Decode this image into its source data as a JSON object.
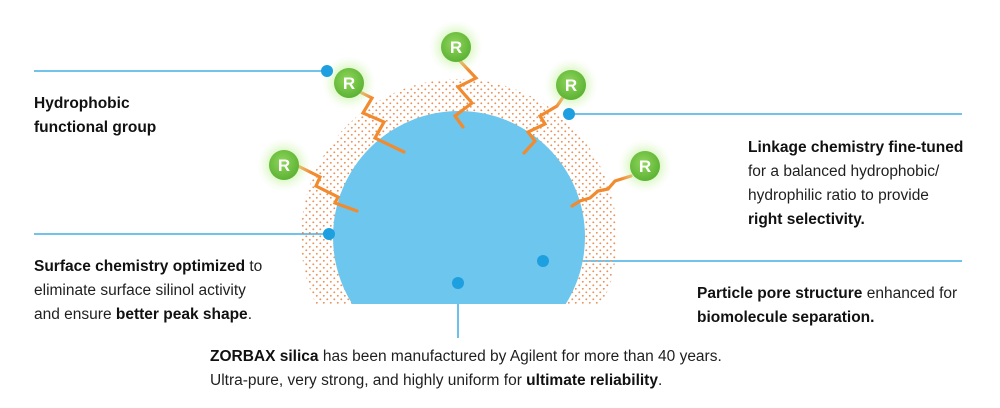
{
  "callouts": {
    "hydrophobic": {
      "line1": "Hydrophobic",
      "line2": "functional group"
    },
    "surface": {
      "bold1": "Surface chemistry optimized",
      "text1": " to",
      "text2": "eliminate surface silinol activity",
      "text3": "and ensure ",
      "bold2": "better peak shape",
      "text4": "."
    },
    "linkage": {
      "bold1": "Linkage chemistry fine-tuned",
      "text1": "for a balanced hydrophobic/",
      "text2": "hydrophilic ratio to provide",
      "bold2": "right selectivity."
    },
    "pore": {
      "bold1": "Particle pore structure",
      "text1": " enhanced for",
      "bold2": "biomolecule separation."
    },
    "zorbax": {
      "bold1": "ZORBAX silica",
      "text1": " has been manufactured by Agilent for more than 40 years.",
      "text2": "Ultra-pure, very strong, and highly uniform for ",
      "bold2": "ultimate reliability",
      "text3": "."
    }
  },
  "diagram": {
    "group_label": "R",
    "colors": {
      "particle": "#6cc6ee",
      "coating_dots": "#e8925a",
      "linker": "#f28a2e",
      "group": "#72c043",
      "group_glow": "#b9f08a",
      "marker": "#1e9fe0",
      "leader_line": "#1e9fe0"
    }
  }
}
